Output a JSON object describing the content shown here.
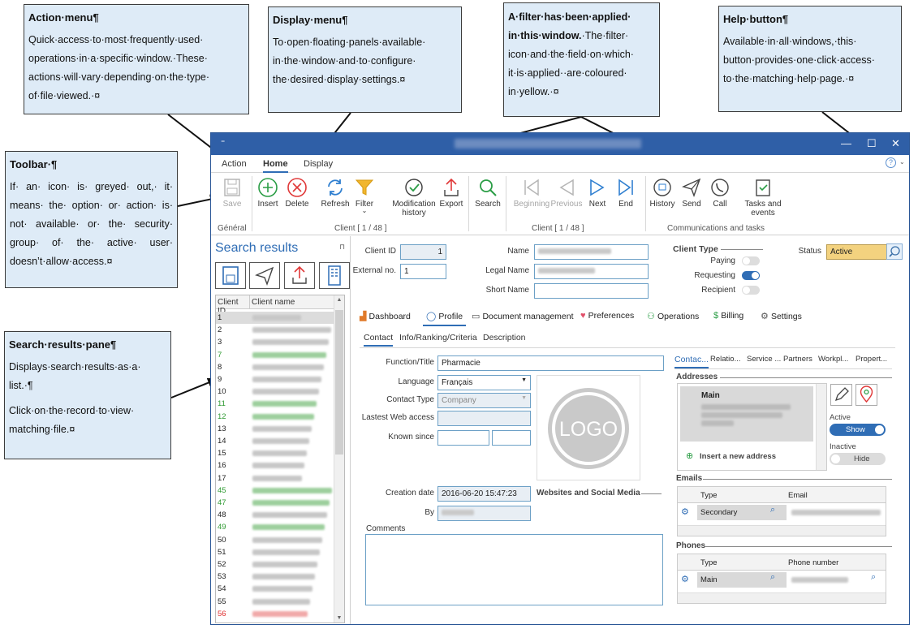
{
  "callouts": {
    "action": {
      "title": "Action·menu¶",
      "body": "Quick·access·to·most·frequently·used· operations·in·a·specific·window.·These· actions·will·vary·depending·on·the·type· of·file·viewed.·¤"
    },
    "display": {
      "title": "Display·menu¶",
      "body": "To·open·floating·panels·available· in·the·window·and·to·configure· the·desired·display·settings.¤"
    },
    "filter": {
      "title": "A·filter·has·been·applied· in·this·window.",
      "body": "·The·filter· icon·and·the·field·on·which· it·is·applied··are·coloured· in·yellow.·¤"
    },
    "help": {
      "title": "Help·button¶",
      "body": "Available·in·all·windows,·this· button·provides·one·click·access· to·the·matching·help·page.·¤"
    },
    "toolbar": {
      "title": "Toolbar·¶",
      "body": "If· an· icon· is· greyed· out,· it· means· the· option· or· action· is· not· available· or· the· security· group· of· the· active· user· doesn’t·allow·access.¤"
    },
    "search": {
      "title": "Search·results·pane¶",
      "body1": "Displays·search·results·as·a· list.·¶",
      "body2": "Click·on·the·record·to·view· matching·file.¤"
    }
  },
  "window": {
    "menus": {
      "action": "Action",
      "home": "Home",
      "display": "Display"
    },
    "ribbon": {
      "save": "Save",
      "insert": "Insert",
      "delete": "Delete",
      "refresh": "Refresh",
      "filter": "Filter",
      "modification_history": "Modification history",
      "export": "Export",
      "search": "Search",
      "beginning": "Beginning",
      "previous": "Previous",
      "next": "Next",
      "end": "End",
      "history": "History",
      "send": "Send",
      "call": "Call",
      "tasks_events": "Tasks and events",
      "groups": {
        "general": "Général",
        "client1": "Client [ 1 / 48 ]",
        "client2": "Client [ 1 / 48 ]",
        "comms": "Communications and tasks"
      }
    },
    "search_results": {
      "title": "Search results",
      "col_id": "Client ID",
      "col_name": "Client name",
      "rows": [
        {
          "id": "1",
          "c": "n"
        },
        {
          "id": "2",
          "c": "n"
        },
        {
          "id": "3",
          "c": "n"
        },
        {
          "id": "7",
          "c": "g"
        },
        {
          "id": "8",
          "c": "n"
        },
        {
          "id": "9",
          "c": "n"
        },
        {
          "id": "10",
          "c": "n"
        },
        {
          "id": "11",
          "c": "g"
        },
        {
          "id": "12",
          "c": "g"
        },
        {
          "id": "13",
          "c": "n"
        },
        {
          "id": "14",
          "c": "n"
        },
        {
          "id": "15",
          "c": "n"
        },
        {
          "id": "16",
          "c": "n"
        },
        {
          "id": "17",
          "c": "n"
        },
        {
          "id": "45",
          "c": "g"
        },
        {
          "id": "47",
          "c": "g"
        },
        {
          "id": "48",
          "c": "n"
        },
        {
          "id": "49",
          "c": "g"
        },
        {
          "id": "50",
          "c": "n"
        },
        {
          "id": "51",
          "c": "n"
        },
        {
          "id": "52",
          "c": "n"
        },
        {
          "id": "53",
          "c": "n"
        },
        {
          "id": "54",
          "c": "n"
        },
        {
          "id": "55",
          "c": "n"
        },
        {
          "id": "56",
          "c": "r"
        }
      ]
    },
    "form": {
      "client_id_label": "Client ID",
      "client_id": "1",
      "external_no_label": "External no.",
      "external_no": "1",
      "name_label": "Name",
      "legal_name_label": "Legal Name",
      "short_name_label": "Short Name",
      "client_type_label": "Client Type",
      "paying": "Paying",
      "requesting": "Requesting",
      "recipient": "Recipient",
      "status_label": "Status",
      "status": "Active"
    },
    "tabs": {
      "dashboard": "Dashboard",
      "profile": "Profile",
      "docs": "Document management",
      "prefs": "Preferences",
      "ops": "Operations",
      "billing": "Billing",
      "settings": "Settings"
    },
    "subtabs": {
      "contact": "Contact",
      "info": "Info/Ranking/Criteria",
      "description": "Description"
    },
    "contact": {
      "function_label": "Function/Title",
      "function": "Pharmacie",
      "language_label": "Language",
      "language": "Français",
      "contact_type_label": "Contact Type",
      "contact_type": "Company",
      "web_access_label": "Lastest Web access",
      "known_since_label": "Known since",
      "logo": "LOGO",
      "websites": "Websites and Social Media",
      "creation_label": "Creation date",
      "creation": "2016-06-20 15:47:23",
      "by_label": "By",
      "comments_label": "Comments"
    },
    "right": {
      "tabs": [
        "Contac...",
        "Relatio...",
        "Service ...",
        "Partners",
        "Workpl...",
        "Propert..."
      ],
      "addresses": "Addresses",
      "main": "Main",
      "insert_address": "Insert a new address",
      "active": "Active",
      "show": "Show",
      "inactive": "Inactive",
      "hide": "Hide",
      "emails": "Emails",
      "type": "Type",
      "email": "Email",
      "secondary": "Secondary",
      "phones": "Phones",
      "phone_number": "Phone number",
      "main_phone": "Main"
    }
  }
}
